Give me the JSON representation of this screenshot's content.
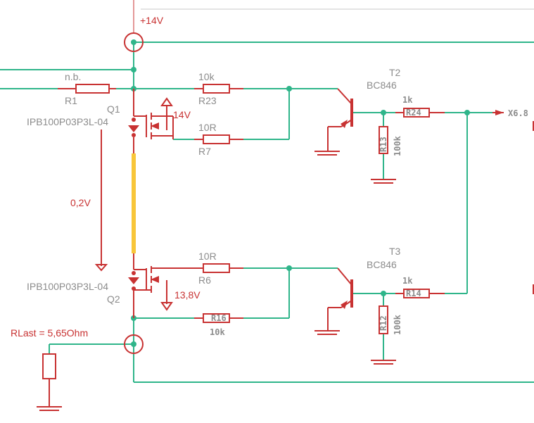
{
  "colors": {
    "net": "#2fb58a",
    "symbol": "#c83232",
    "name_label": "#8c8c8c",
    "highlight_net": "#f8c63a"
  },
  "supply": {
    "label": "+14V"
  },
  "load": {
    "label": "RLast = 5,65Ohm"
  },
  "connector": {
    "label": "X6.8"
  },
  "resistors": {
    "R1": {
      "name": "R1",
      "value": "n.b."
    },
    "R23": {
      "name": "R23",
      "value": "10k"
    },
    "R7": {
      "name": "R7",
      "value": "10R"
    },
    "R6": {
      "name": "R6",
      "value": "10R"
    },
    "R16": {
      "name": "R16",
      "value": "10k"
    },
    "R24": {
      "name": "R24",
      "value": "1k"
    },
    "R13": {
      "name": "R13",
      "value": "100k"
    },
    "R14": {
      "name": "R14",
      "value": "1k"
    },
    "R12": {
      "name": "R12",
      "value": "100k"
    }
  },
  "mosfets": {
    "Q1": {
      "name": "Q1",
      "part": "IPB100P03P3L-04",
      "voltage": "14V"
    },
    "Q2": {
      "name": "Q2",
      "part": "IPB100P03P3L-04",
      "voltage": "13,8V"
    }
  },
  "transistors": {
    "T2": {
      "name": "T2",
      "part": "BC846"
    },
    "T3": {
      "name": "T3",
      "part": "BC846"
    }
  },
  "measurements": {
    "vds": "0,2V"
  }
}
